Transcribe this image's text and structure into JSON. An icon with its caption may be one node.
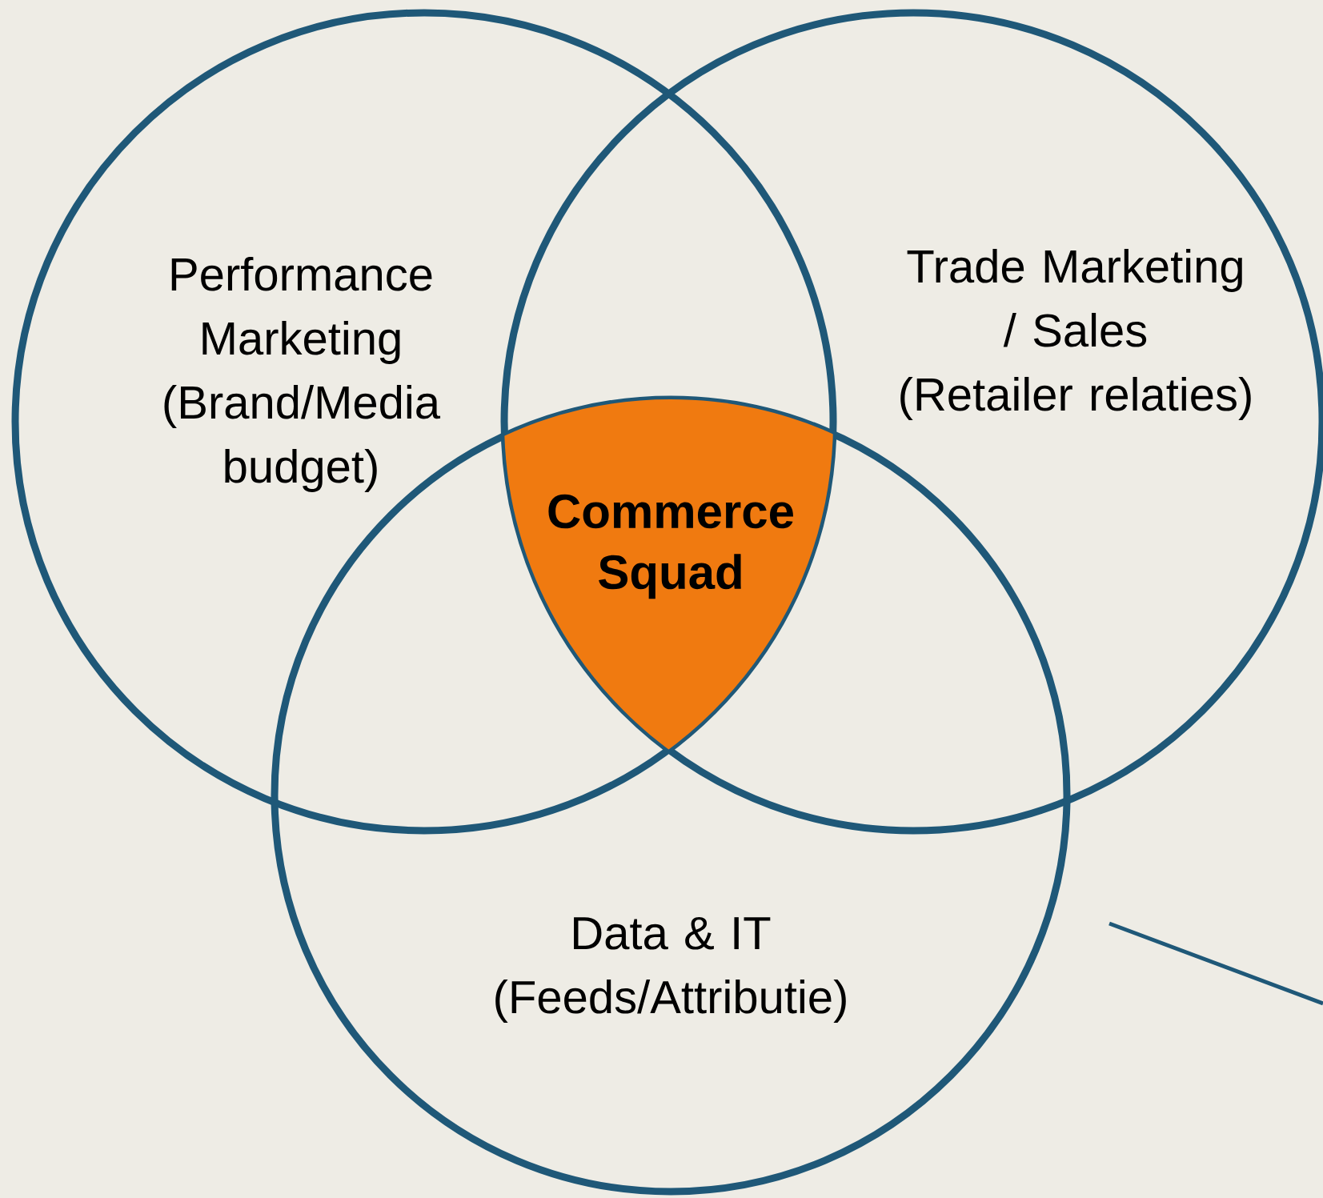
{
  "diagram": {
    "nodes": [
      {
        "text": [
          "Performance Marketing",
          "(Brand/Media budget)"
        ]
      },
      {
        "text": [
          "Trade Marketing / Sales",
          "(Retailer relaties)"
        ]
      },
      {
        "text": [
          "Data & IT",
          "(Feeds/Attributie)"
        ]
      },
      {
        "text": [
          "Commerce Squad"
        ]
      }
    ]
  }
}
